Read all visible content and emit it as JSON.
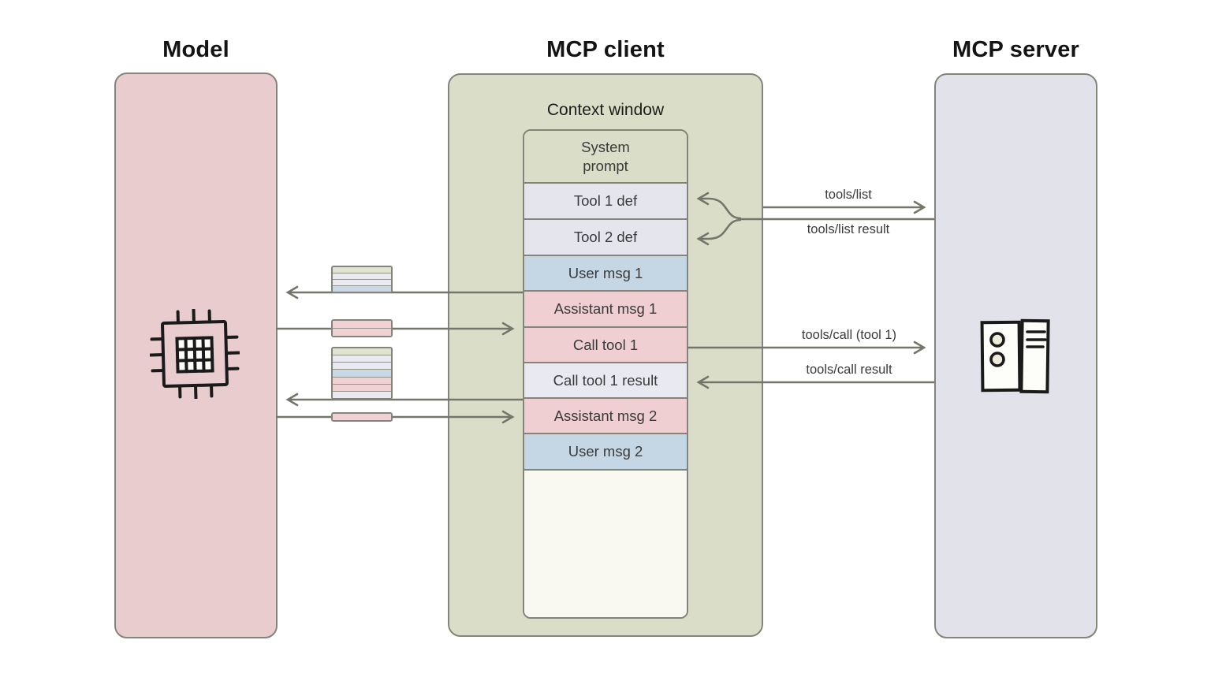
{
  "columns": {
    "model": {
      "title": "Model",
      "color": "#e9cdce",
      "icon": "chip-icon"
    },
    "client": {
      "title": "MCP client",
      "color": "#dadec9",
      "context_window_label": "Context window"
    },
    "server": {
      "title": "MCP server",
      "color": "#e2e2ea",
      "icon": "server-icon"
    }
  },
  "context_stack": {
    "cells": [
      {
        "label": "System prompt",
        "type": "system_prompt",
        "color": "#dadec9"
      },
      {
        "label": "Tool 1 def",
        "type": "tool_definition",
        "color": "#e5e5ee"
      },
      {
        "label": "Tool 2 def",
        "type": "tool_definition",
        "color": "#e5e5ee"
      },
      {
        "label": "User msg 1",
        "type": "user_message",
        "color": "#c5d6e4"
      },
      {
        "label": "Assistant msg 1",
        "type": "assistant_message",
        "color": "#efcfd2"
      },
      {
        "label": "Call tool 1",
        "type": "tool_call",
        "color": "#efcfd2"
      },
      {
        "label": "Call tool 1 result",
        "type": "tool_result",
        "color": "#e9e9f1"
      },
      {
        "label": "Assistant msg 2",
        "type": "assistant_message",
        "color": "#efcfd2"
      },
      {
        "label": "User msg 2",
        "type": "user_message",
        "color": "#c5d6e4"
      },
      {
        "label": "",
        "type": "empty",
        "color": "#f9f8f1"
      }
    ]
  },
  "rpc_labels": {
    "tools_list": "tools/list",
    "tools_list_result": "tools/list result",
    "tools_call": "tools/call (tool 1)",
    "tools_call_result": "tools/call result"
  },
  "token_packets": [
    {
      "name": "context-to-model-1",
      "direction": "to-model",
      "stripes": [
        "green",
        "lavender",
        "lavender",
        "blue"
      ]
    },
    {
      "name": "model-output-1",
      "direction": "to-client",
      "stripes": [
        "pink",
        "pink"
      ]
    },
    {
      "name": "context-to-model-2",
      "direction": "to-model",
      "stripes": [
        "green",
        "lavender",
        "lavender",
        "blue",
        "pink",
        "pink",
        "lavender"
      ]
    },
    {
      "name": "model-output-2",
      "direction": "to-client",
      "stripes": [
        "pink"
      ]
    }
  ],
  "stripe_colors": {
    "green": "#dfe3d0",
    "lavender": "#e9e9f1",
    "blue": "#c8d8e7",
    "pink": "#f0d2d4"
  },
  "line_color": "#76756c",
  "border_color": "#84847b"
}
